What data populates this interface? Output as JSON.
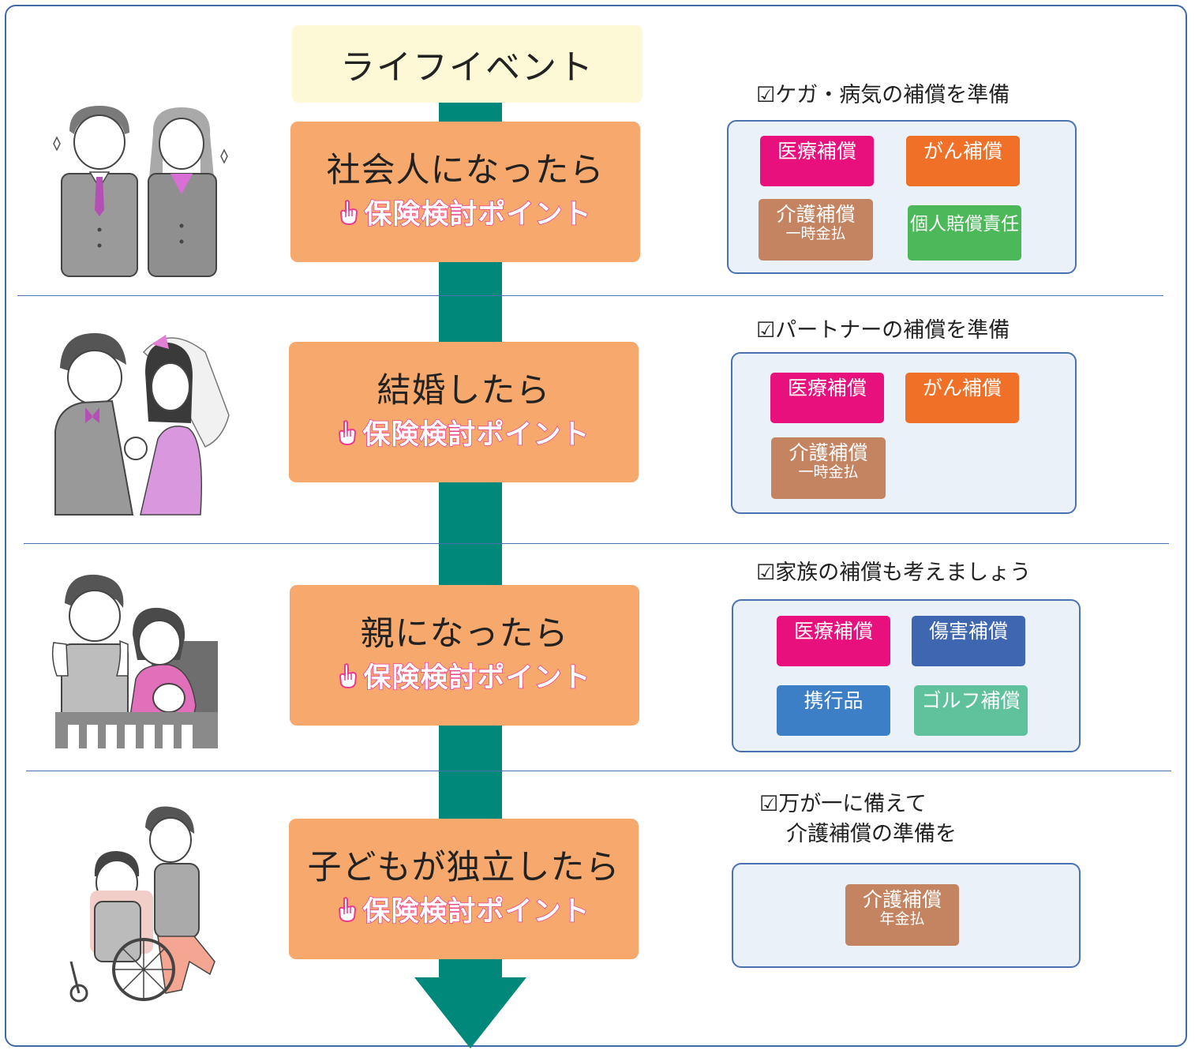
{
  "header": {
    "title": "ライフイベント"
  },
  "stage_point_label": "保険検討ポイント",
  "stages": [
    {
      "title": "社会人になったら",
      "check": [
        "☑ケガ・病気の補償を準備"
      ],
      "chips": [
        {
          "label": "医療補償",
          "sub": "",
          "color": "#e8107c"
        },
        {
          "label": "がん補償",
          "sub": "",
          "color": "#f07028"
        },
        {
          "label": "介護補償",
          "sub": "一時金払",
          "color": "#c48462"
        },
        {
          "label": "個人賠償責任",
          "sub": "",
          "color": "#4cb85a"
        }
      ]
    },
    {
      "title": "結婚したら",
      "check": [
        "☑パートナーの補償を準備"
      ],
      "chips": [
        {
          "label": "医療補償",
          "sub": "",
          "color": "#e8107c"
        },
        {
          "label": "がん補償",
          "sub": "",
          "color": "#f07028"
        },
        {
          "label": "介護補償",
          "sub": "一時金払",
          "color": "#c48462"
        }
      ]
    },
    {
      "title": "親になったら",
      "check": [
        "☑家族の補償も考えましょう"
      ],
      "chips": [
        {
          "label": "医療補償",
          "sub": "",
          "color": "#e8107c"
        },
        {
          "label": "傷害補償",
          "sub": "",
          "color": "#3f66b0"
        },
        {
          "label": "携行品",
          "sub": "",
          "color": "#3d7fc6"
        },
        {
          "label": "ゴルフ補償",
          "sub": "",
          "color": "#60c29c"
        }
      ]
    },
    {
      "title": "子どもが独立したら",
      "check": [
        "☑万が一に備えて",
        "介護補償の準備を"
      ],
      "chips": [
        {
          "label": "介護補償",
          "sub": "年金払",
          "color": "#c48462"
        }
      ]
    }
  ],
  "colors": {
    "arrow": "#00897a",
    "stage_bg": "#f7a96d",
    "header_bg": "#fdf8d6",
    "panel_bg": "#eaf1f9",
    "border": "#4a72b0",
    "point_text_stroke": "#ea3c8f"
  }
}
